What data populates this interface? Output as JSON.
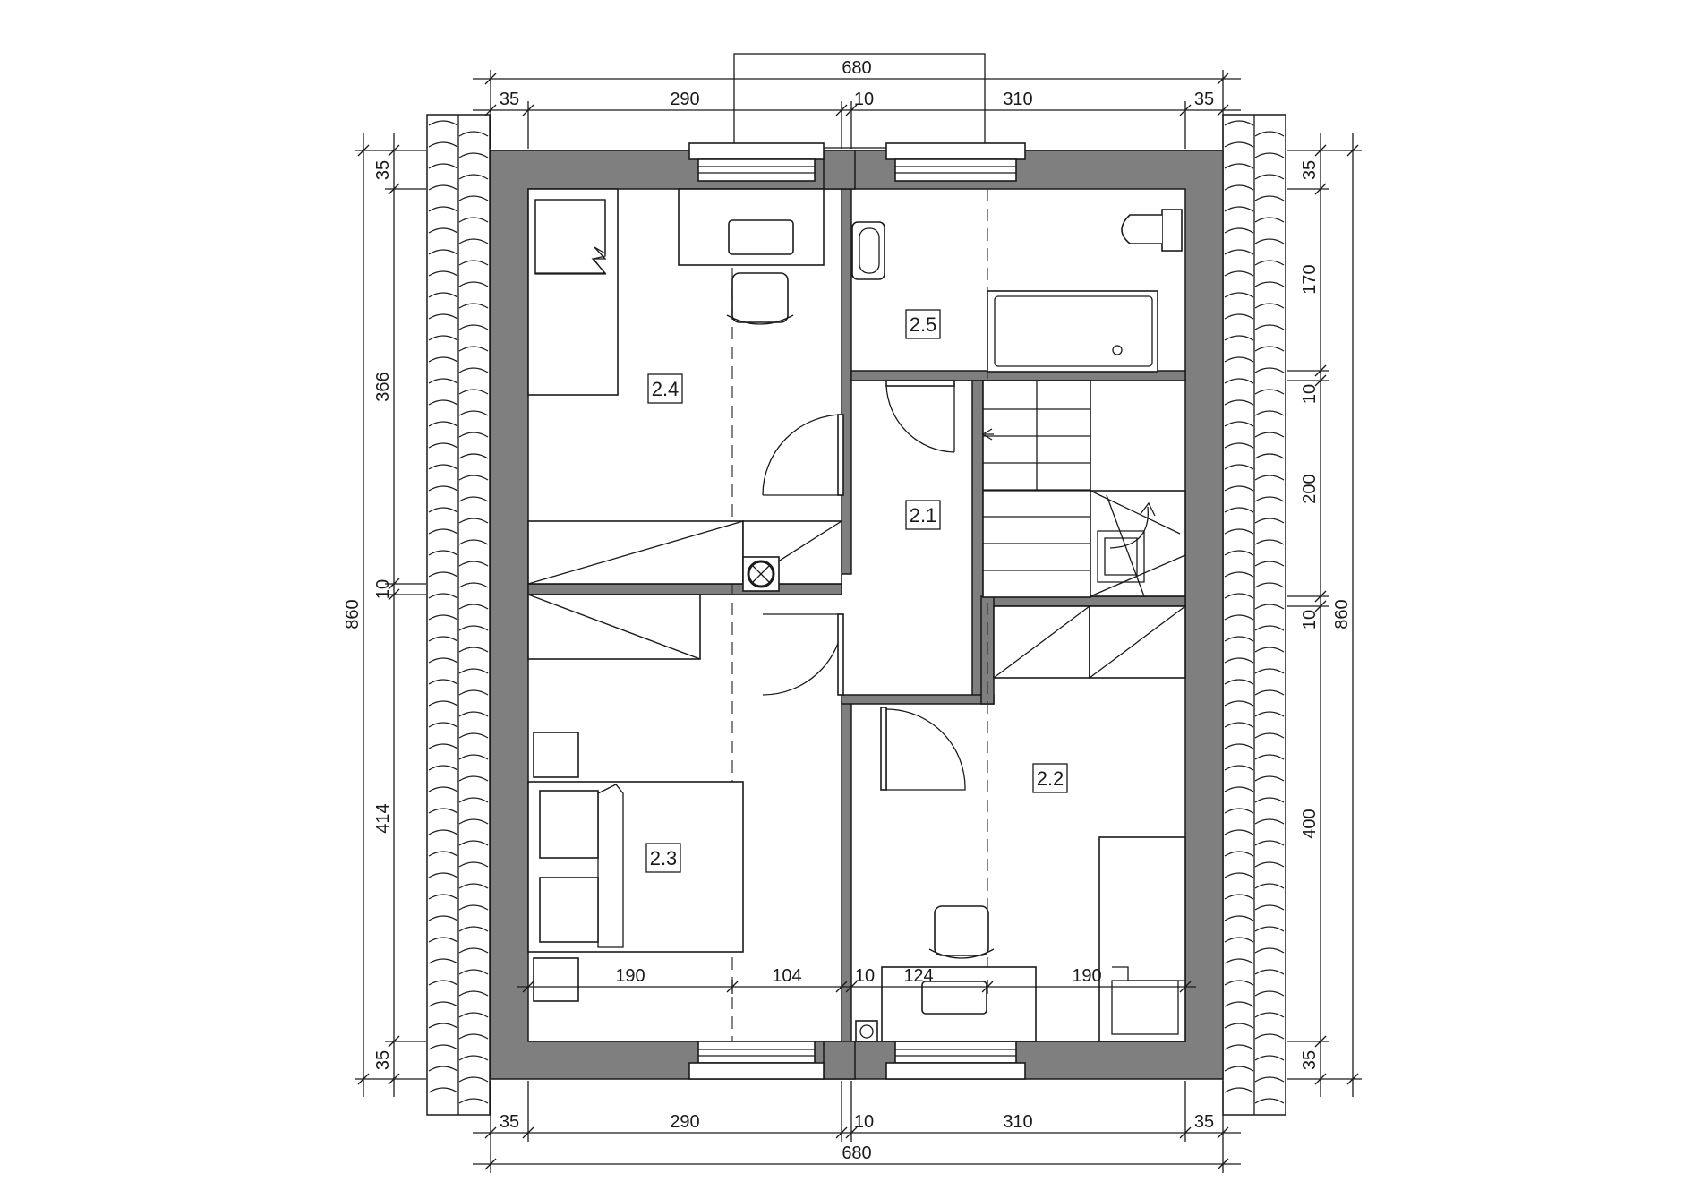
{
  "dimensions": {
    "top": {
      "overall": "680",
      "segments": [
        "35",
        "290",
        "10",
        "310",
        "35"
      ]
    },
    "bottom": {
      "overall": "680",
      "segments": [
        "35",
        "290",
        "10",
        "310",
        "35"
      ]
    },
    "left": {
      "overall": "860",
      "segments": [
        "35",
        "366",
        "10",
        "414",
        "35"
      ]
    },
    "right": {
      "overall": "860",
      "segments": [
        "35",
        "170",
        "10",
        "200",
        "10",
        "400",
        "35"
      ]
    },
    "interior": [
      "190",
      "104",
      "10",
      "124",
      "190"
    ]
  },
  "rooms": [
    {
      "id": "2.1"
    },
    {
      "id": "2.2"
    },
    {
      "id": "2.3"
    },
    {
      "id": "2.4"
    },
    {
      "id": "2.5"
    }
  ],
  "colors": {
    "wall": "#7f7f7f",
    "line": "#1a1a1a",
    "background": "#ffffff"
  }
}
